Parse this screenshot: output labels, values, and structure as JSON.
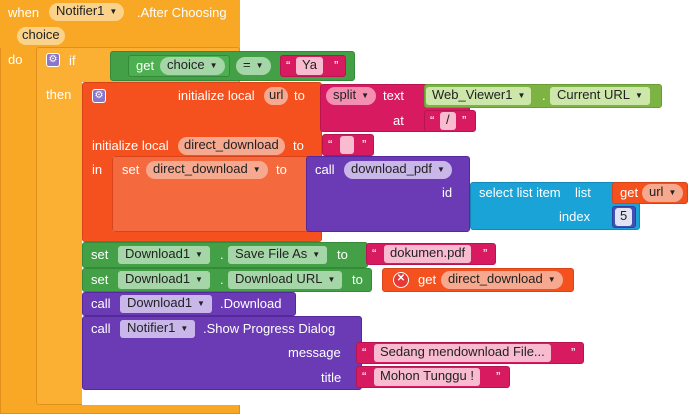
{
  "event": {
    "when": "when",
    "component": "Notifier1",
    "event_name": ".After Choosing",
    "param": "choice",
    "do": "do"
  },
  "if_block": {
    "if": "if",
    "then": "then",
    "get": "get",
    "get_var": "choice",
    "operator": "=",
    "compare_value": "Ya"
  },
  "init_url": {
    "label": "initialize local",
    "var": "url",
    "to": "to",
    "split": "split",
    "text": "text",
    "component": "Web_Viewer1",
    "property": "Current URL",
    "at": "at",
    "at_value": "/"
  },
  "init_download": {
    "label": "initialize local",
    "var": "direct_download",
    "to": "to",
    "value": "",
    "in": "in"
  },
  "set_dd": {
    "set": "set",
    "var": "direct_download",
    "to": "to",
    "call": "call",
    "procedure": "download_pdf",
    "id": "id",
    "select": "select list item",
    "list": "list",
    "get": "get",
    "list_var": "url",
    "index": "index",
    "index_value": "5"
  },
  "set_save": {
    "set": "set",
    "component": "Download1",
    "property": "Save File As",
    "to": "to",
    "value": "dokumen.pdf"
  },
  "set_url": {
    "set": "set",
    "component": "Download1",
    "property": "Download URL",
    "to": "to",
    "get": "get",
    "var": "direct_download"
  },
  "call_download": {
    "call": "call",
    "component": "Download1",
    "method": ".Download"
  },
  "call_progress": {
    "call": "call",
    "component": "Notifier1",
    "method": ".Show Progress Dialog",
    "message": "message",
    "message_value": "Sedang mendownload File...",
    "title": "title",
    "title_value": "Mohon Tunggu !"
  }
}
